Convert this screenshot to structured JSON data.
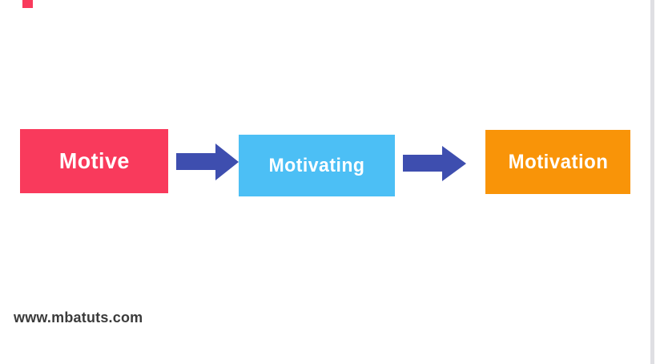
{
  "page": {
    "background": "#ffffff",
    "corner_accent_color": "#f93a5c",
    "right_edge": {
      "color": "#dfdfe3"
    },
    "watermark": {
      "text": "www.mbatuts.com",
      "color": "#3b3b3b"
    }
  },
  "diagram": {
    "type": "flow",
    "direction": "left-to-right",
    "nodes": [
      {
        "id": "motive",
        "label": "Motive",
        "color": "#f93a5c",
        "text_color": "#ffffff"
      },
      {
        "id": "motivating",
        "label": "Motivating",
        "color": "#4cbff5",
        "text_color": "#ffffff"
      },
      {
        "id": "motivation",
        "label": "Motivation",
        "color": "#f99408",
        "text_color": "#ffffff"
      }
    ],
    "connectors": [
      {
        "from": "motive",
        "to": "motivating",
        "shape": "right-arrow",
        "color": "#3e4eaf"
      },
      {
        "from": "motivating",
        "to": "motivation",
        "shape": "right-arrow",
        "color": "#3e4eaf"
      }
    ]
  }
}
